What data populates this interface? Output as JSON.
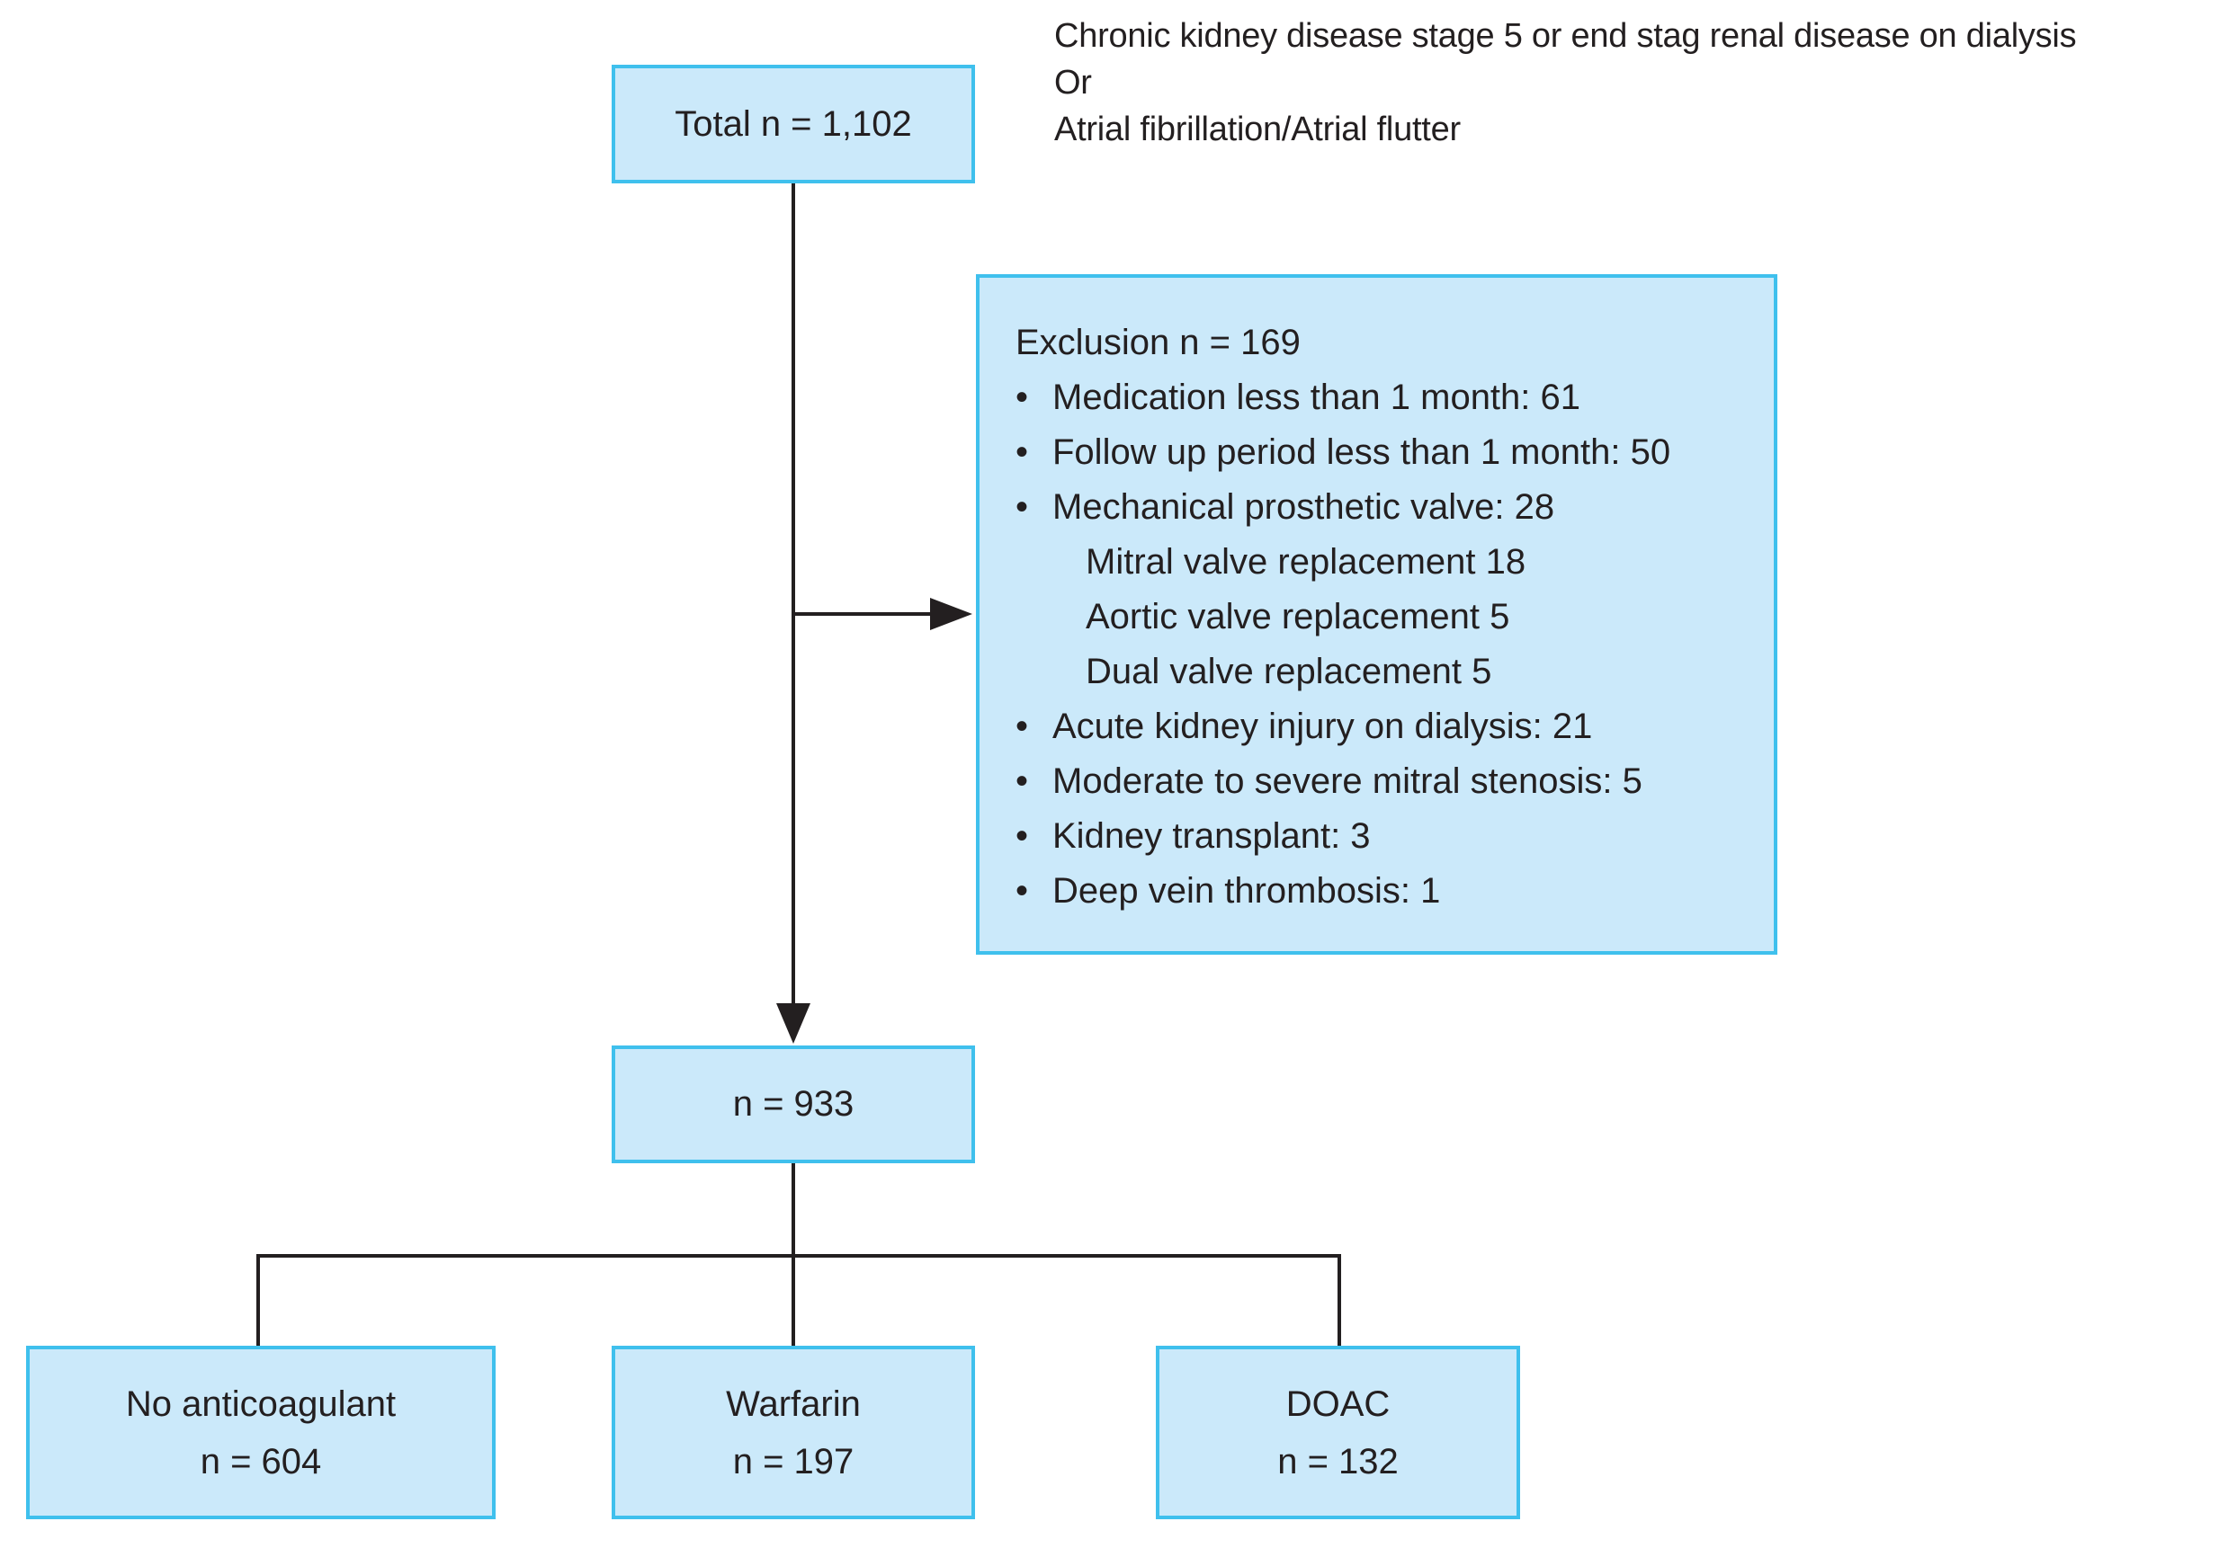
{
  "diagram": {
    "criteria_note": {
      "line1": "Chronic kidney disease stage 5 or end stag renal disease on dialysis",
      "line2": "Or",
      "line3": "Atrial fibrillation/Atrial flutter"
    },
    "total_box": {
      "label": "Total n = 1,102"
    },
    "exclusion_box": {
      "title": "Exclusion n = 169",
      "bullet_char": "•",
      "items": [
        {
          "text": "Medication less than 1 month: 61",
          "type": "bullet"
        },
        {
          "text": "Follow up period less than 1 month: 50",
          "type": "bullet"
        },
        {
          "text": "Mechanical prosthetic valve: 28",
          "type": "bullet"
        },
        {
          "text": "Mitral valve replacement 18",
          "type": "sub"
        },
        {
          "text": "Aortic valve replacement 5",
          "type": "sub"
        },
        {
          "text": "Dual valve replacement 5",
          "type": "sub"
        },
        {
          "text": "Acute kidney injury on dialysis: 21",
          "type": "bullet"
        },
        {
          "text": "Moderate to severe mitral stenosis: 5",
          "type": "bullet"
        },
        {
          "text": "Kidney transplant: 3",
          "type": "bullet"
        },
        {
          "text": "Deep vein thrombosis: 1",
          "type": "bullet"
        }
      ]
    },
    "included_box": {
      "label": "n = 933"
    },
    "group_boxes": [
      {
        "name": "No anticoagulant",
        "count": "n = 604"
      },
      {
        "name": "Warfarin",
        "count": "n = 197"
      },
      {
        "name": "DOAC",
        "count": "n = 132"
      }
    ],
    "colors": {
      "box_fill": "#cbe9fa",
      "box_border": "#3fc0ed",
      "line": "#231f20",
      "text": "#231f20"
    }
  }
}
